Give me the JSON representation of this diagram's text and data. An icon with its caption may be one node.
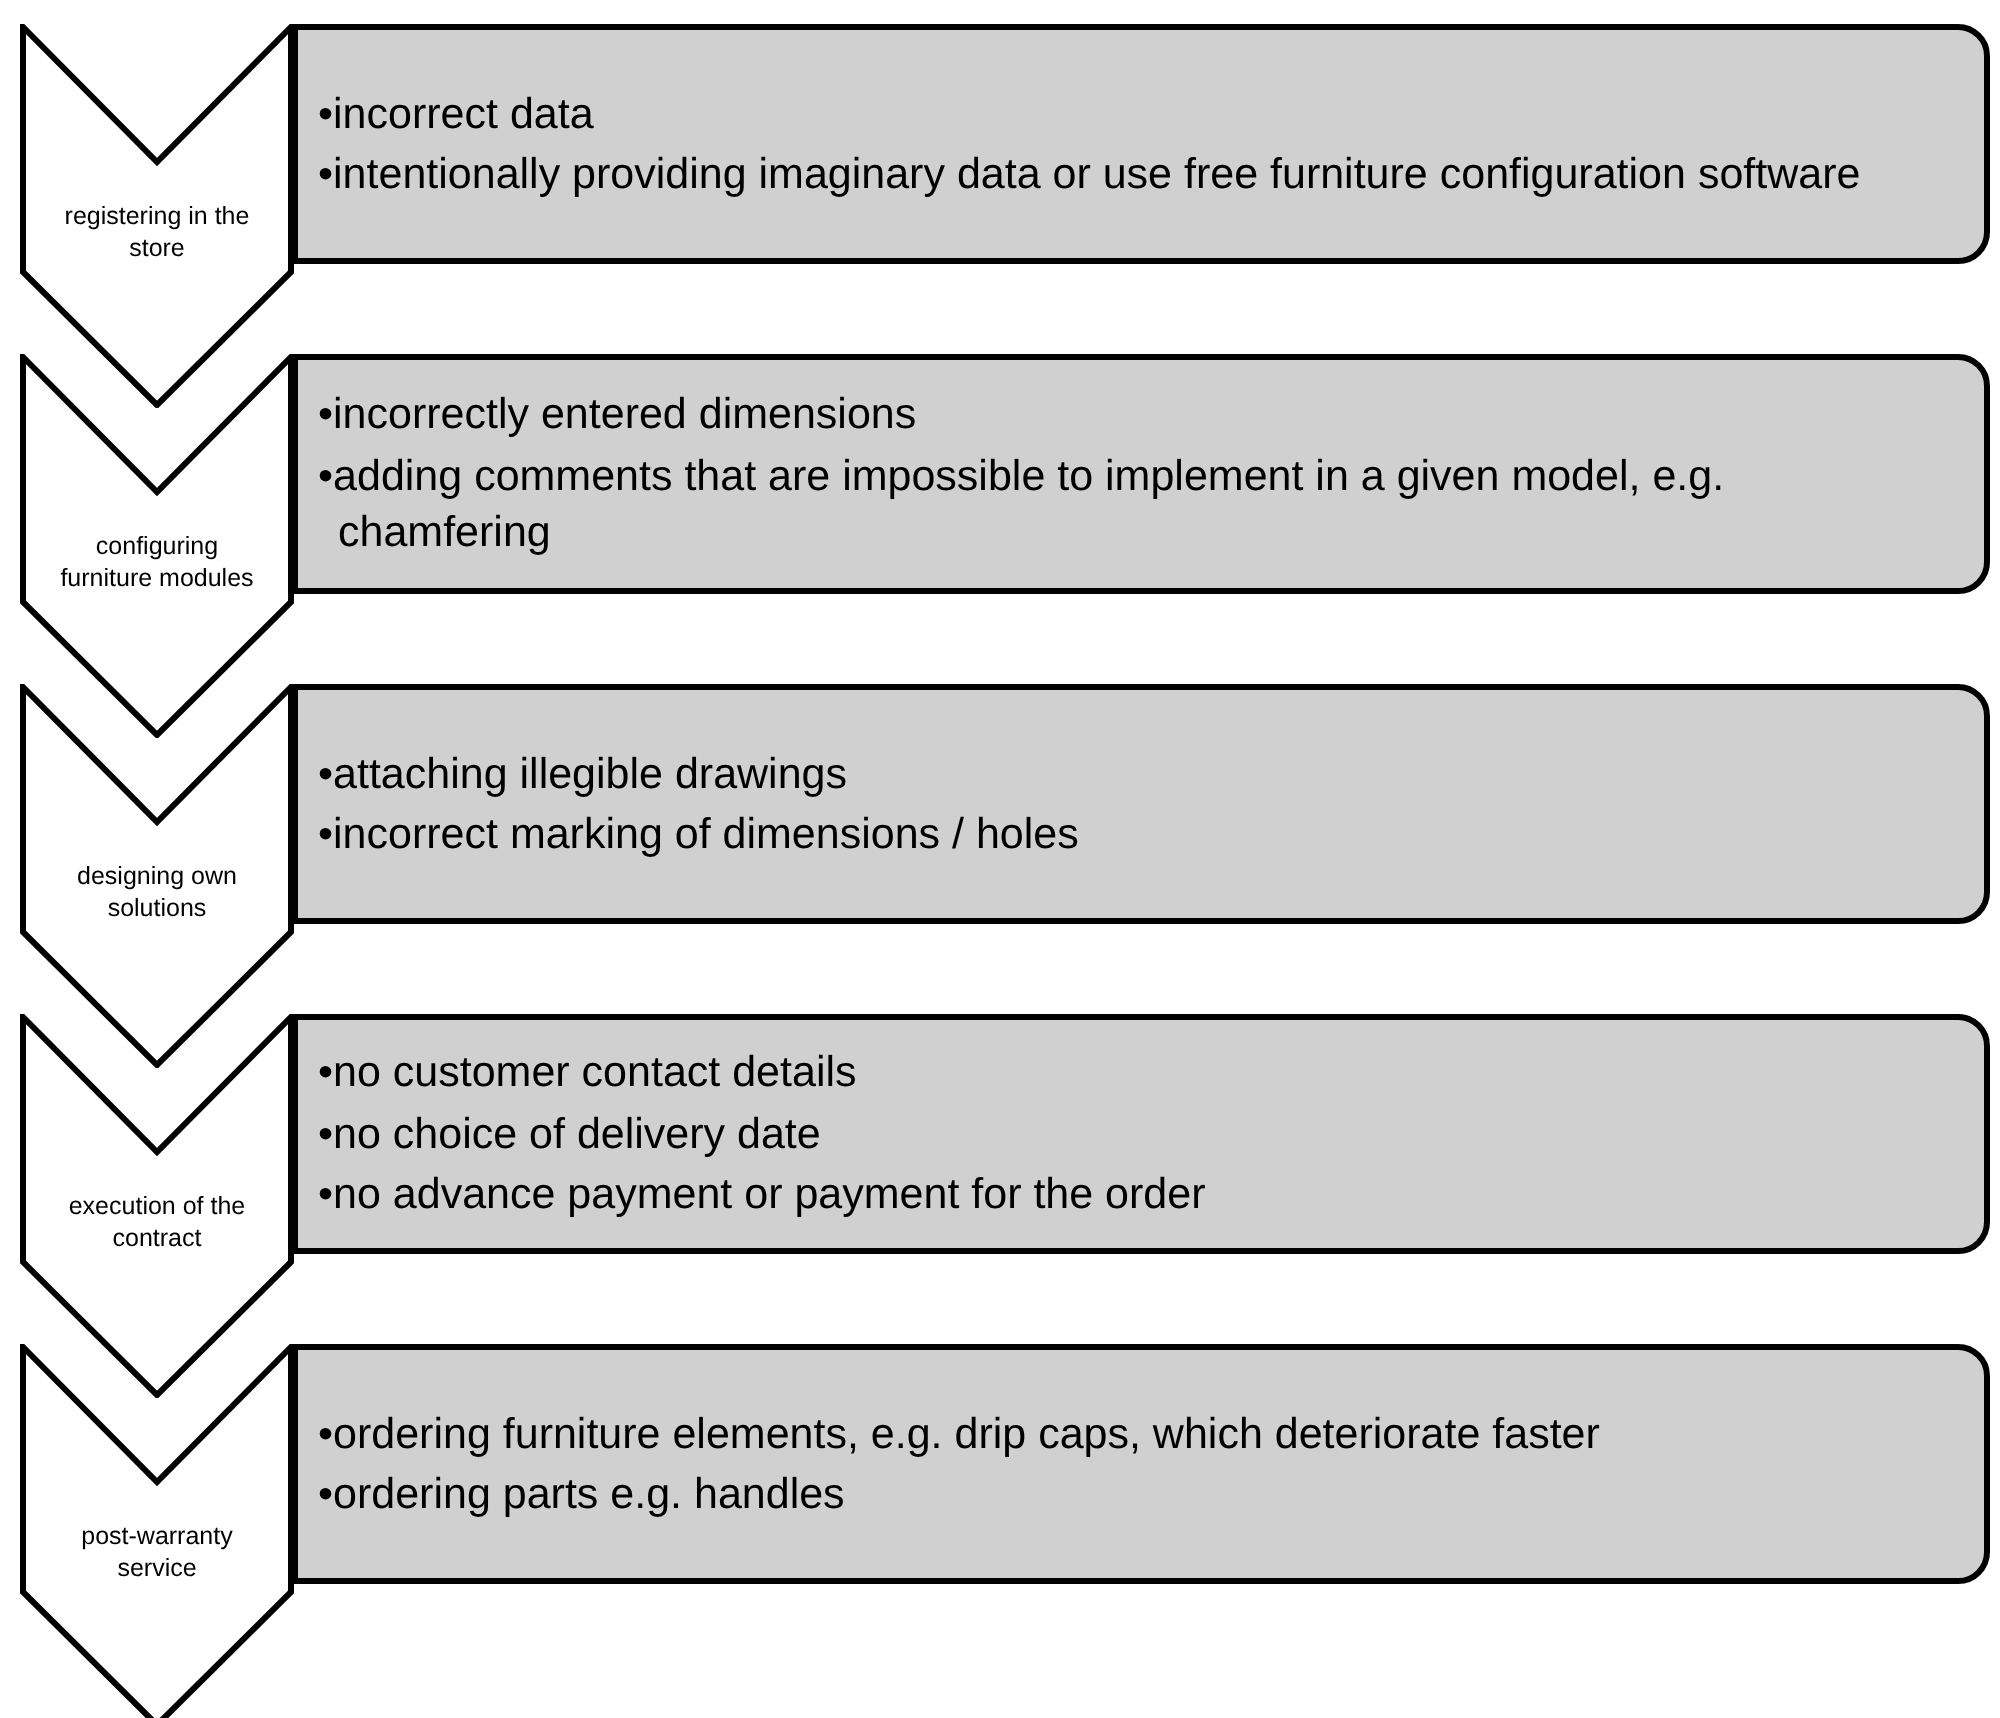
{
  "diagram": {
    "nodes": [
      {
        "text": [
          "registering in the store"
        ]
      },
      {
        "text": [
          "•incorrect data",
          "•intentionally providing imaginary data or use free furniture configuration software"
        ]
      },
      {
        "text": [
          "configuring furniture modules"
        ]
      },
      {
        "text": [
          "•incorrectly entered dimensions",
          "•adding comments that are impossible to implement in a given model, e.g. chamfering"
        ]
      },
      {
        "text": [
          "designing own solutions"
        ]
      },
      {
        "text": [
          "•attaching illegible drawings",
          "•incorrect marking of dimensions / holes"
        ]
      },
      {
        "text": [
          "execution of the contract"
        ]
      },
      {
        "text": [
          "•no customer contact details",
          "•no choice of delivery date",
          "•no advance payment or payment for the order"
        ]
      },
      {
        "text": [
          "post-warranty service"
        ]
      },
      {
        "text": [
          "•ordering furniture elements, e.g. drip caps, which deteriorate faster",
          "•ordering parts e.g. handles"
        ]
      }
    ]
  }
}
